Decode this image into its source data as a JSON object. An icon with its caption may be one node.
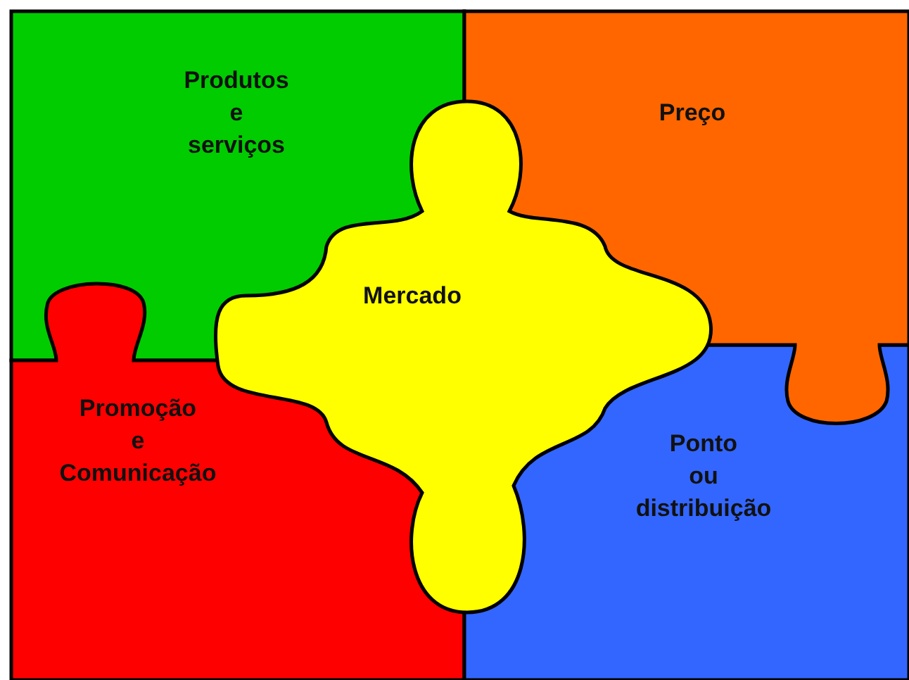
{
  "diagram": {
    "nodes": [
      {
        "text": [
          "Produtos e serviços"
        ]
      },
      {
        "text": [
          "Preço"
        ]
      },
      {
        "text": [
          "Mercado"
        ]
      },
      {
        "text": [
          "Promoção e Comunicação"
        ]
      },
      {
        "text": [
          "Ponto ou distribuição"
        ]
      }
    ]
  }
}
